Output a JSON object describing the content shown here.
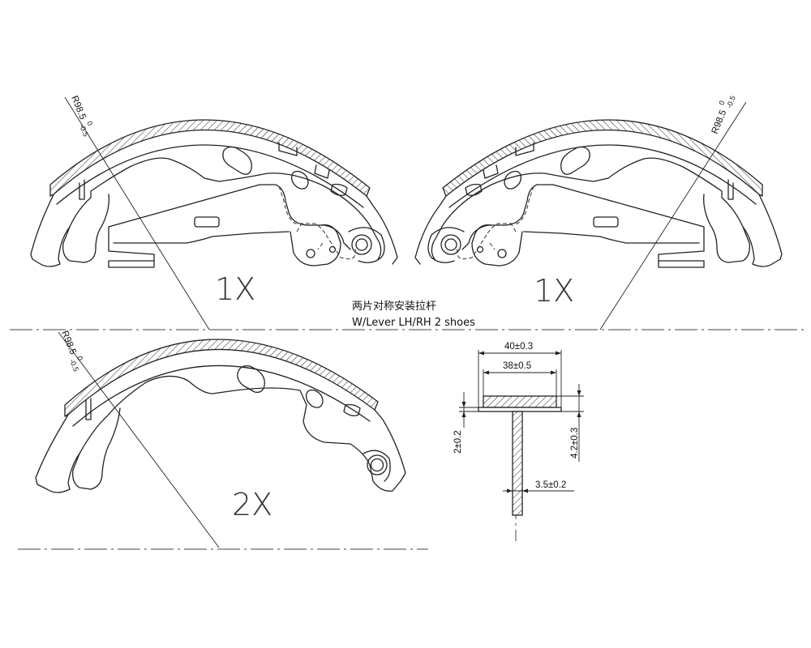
{
  "labels": {
    "radius_main": "R98.5",
    "radius_tol_upper": "0",
    "radius_tol_lower": "-0.5",
    "qty_top_left": "1X",
    "qty_top_right": "1X",
    "qty_bottom": "2X",
    "caption_cn": "两片对称安装拉杆",
    "caption_en": "W/Lever  LH/RH 2 shoes"
  },
  "dimensions": {
    "lining_width": "40±0.3",
    "inner_width": "38±0.5",
    "rim_thickness": "2±0.2",
    "lining_thickness": "4.2±0.3",
    "web_thickness": "3.5±0.2"
  },
  "colors": {
    "line": "#222222",
    "background": "#ffffff"
  }
}
